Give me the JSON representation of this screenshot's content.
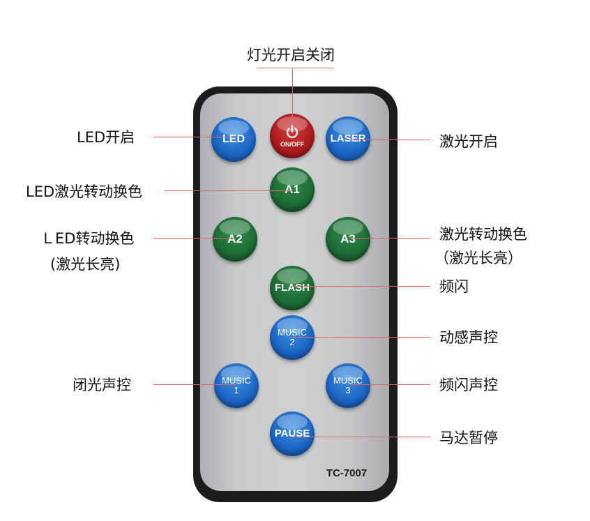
{
  "remote": {
    "model": "TC-7007",
    "buttons": {
      "led": "LED",
      "power_sub": "ON/OFF",
      "laser": "LASER",
      "a1": "A1",
      "a2": "A2",
      "a3": "A3",
      "flash": "FLASH",
      "music2_top": "MUSIC",
      "music2_num": "2",
      "music1_top": "MUSIC",
      "music1_num": "1",
      "music3_top": "MUSIC",
      "music3_num": "3",
      "pause": "PAUSE"
    },
    "icons": {
      "power": "power-icon"
    },
    "colors": {
      "blue": "#1b64c4",
      "green": "#1d6b35",
      "red": "#ab1a1d",
      "body": "#1c1c1e",
      "line": "#e06565"
    }
  },
  "labels": {
    "power": "灯光开启关闭",
    "led_on": "LED开启",
    "laser_on": "激光开启",
    "a1": "LED激光转动换色",
    "a2_line1": "ＬED转动换色",
    "a2_line2": "(激光长亮)",
    "a3_line1": "激光转动换色",
    "a3_line2": "（激光长亮）",
    "flash": "频闪",
    "music2": "动感声控",
    "music1": "闭光声控",
    "music3": "频闪声控",
    "pause": "马达暂停"
  }
}
